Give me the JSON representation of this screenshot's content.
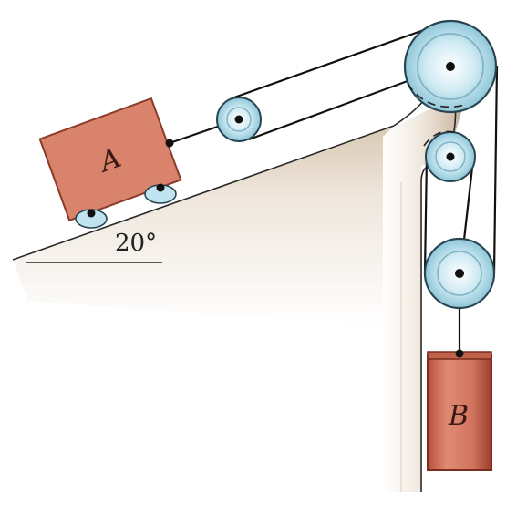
{
  "labels": {
    "block_a": "A",
    "block_b": "B",
    "angle": "20°"
  },
  "colors": {
    "block": "#d9826c",
    "block_stroke": "#8a3b2a",
    "cylinder": "#cd6a54",
    "frame_light": "#f2ebe2",
    "frame_dark": "#c9b7a2",
    "pulley": "#bfe3ef",
    "pulley_rim": "#2a4552",
    "cable": "#111111"
  },
  "icons": {
    "pulleys": [
      "pulley-icon"
    ],
    "wheels": [
      "wheel-icon"
    ]
  }
}
